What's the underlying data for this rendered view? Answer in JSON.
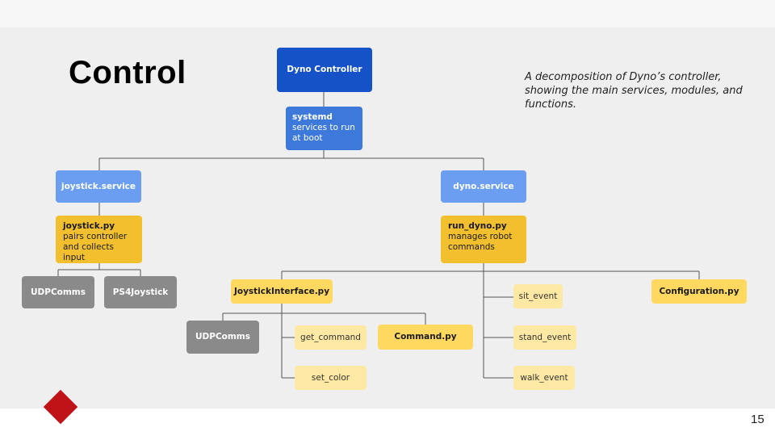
{
  "slide": {
    "title": "Control",
    "caption": "A decomposition of Dyno’s controller, showing the main services, modules, and functions.",
    "page_number": "15"
  },
  "nodes": {
    "dyno_controller": "Dyno Controller",
    "systemd": {
      "title": "systemd",
      "desc": "services to run at boot"
    },
    "joystick_service": "joystick.service",
    "dyno_service": "dyno.service",
    "joystick_py": {
      "title": "joystick.py",
      "desc": "pairs controller and collects input"
    },
    "run_dyno_py": {
      "title": "run_dyno.py",
      "desc": "manages robot commands"
    },
    "udpcomms_left": "UDPComms",
    "ps4joystick": "PS4Joystick",
    "joystick_interface": "JoystickInterface.py",
    "udpcomms_mid": "UDPComms",
    "get_command": "get_command",
    "set_color": "set_color",
    "command_py": "Command.py",
    "sit_event": "sit_event",
    "stand_event": "stand_event",
    "walk_event": "walk_event",
    "configuration_py": "Configuration.py"
  },
  "colors": {
    "dark_blue": "#1552c8",
    "mid_blue": "#3d78db",
    "light_blue": "#6b9ef0",
    "gold": "#f2c02e",
    "yellow": "#ffd95f",
    "pale_yellow": "#fde9a4",
    "grey": "#8a8a8a",
    "logo_red": "#c01318"
  }
}
